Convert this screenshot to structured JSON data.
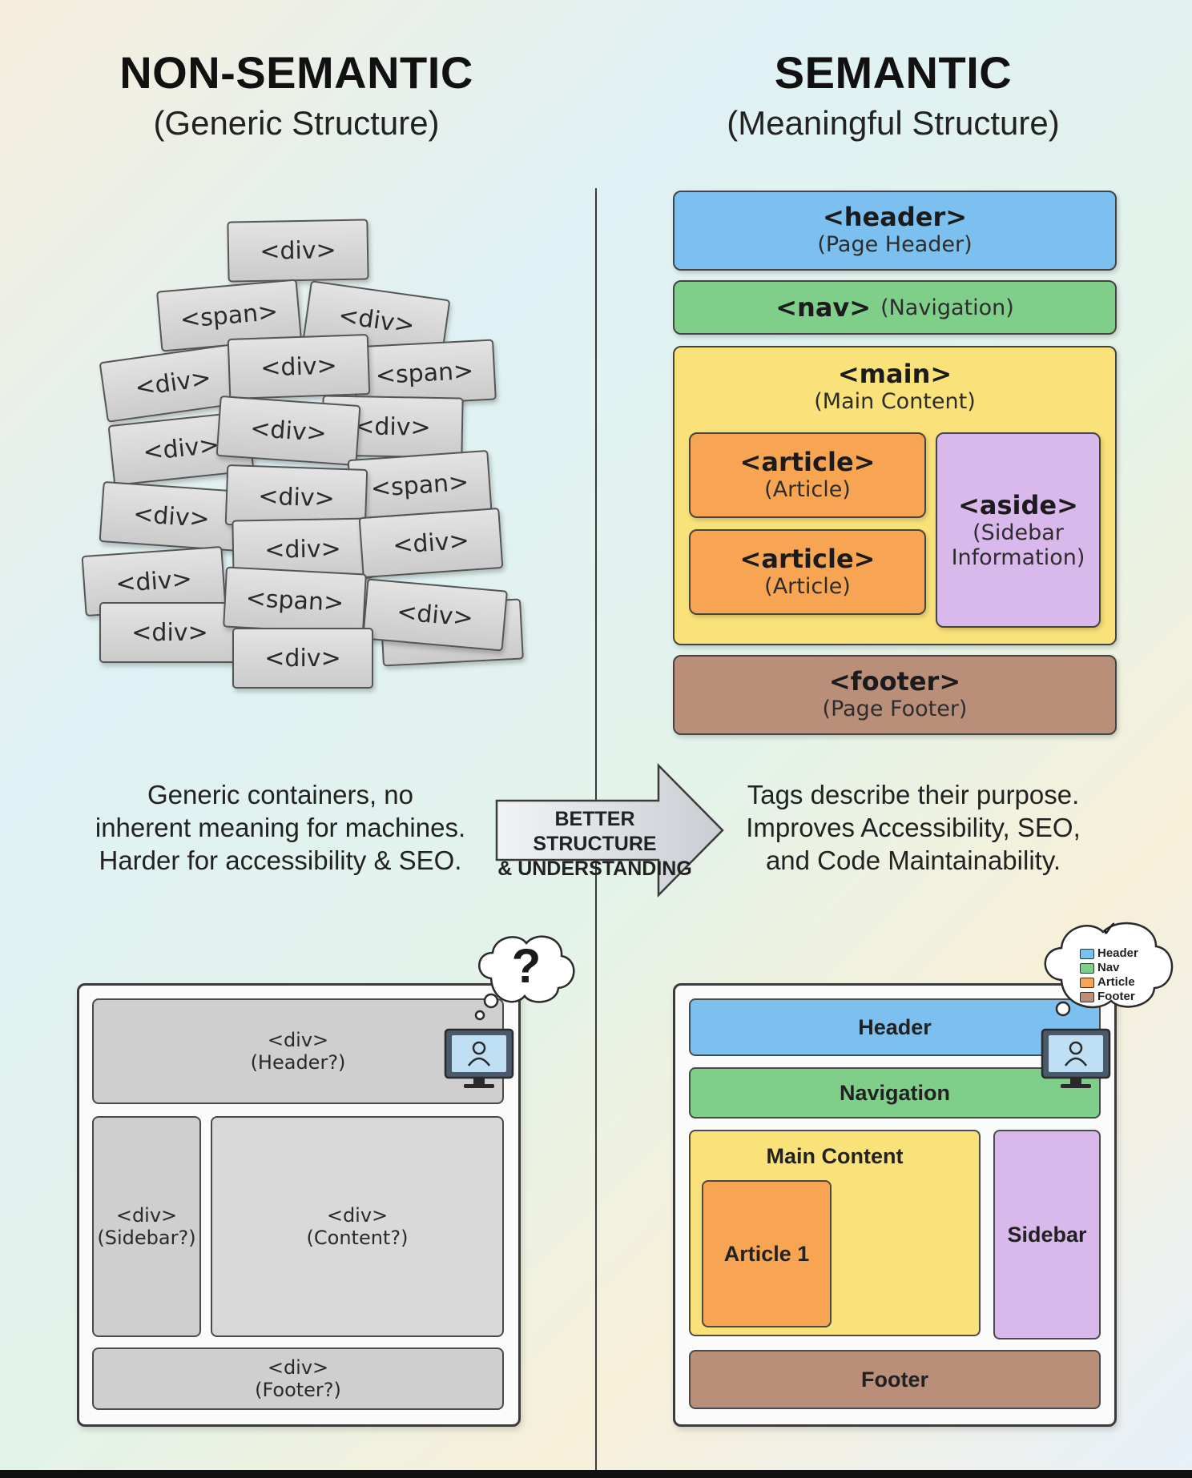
{
  "left": {
    "title": "NON-SEMANTIC",
    "subtitle": "(Generic Structure)",
    "chips": [
      "<div>",
      "<span>",
      "<div>",
      "<div>",
      "<div>",
      "<span>",
      "<div>",
      "<div>",
      "<div>",
      "<div>",
      "<span>",
      "<div>",
      "<div>",
      "<div>",
      "<div>",
      "<span>",
      "<div>",
      "<div>",
      "<div>"
    ],
    "caption_lines": [
      "Generic containers, no",
      "inherent meaning for machines.",
      "Harder for accessibility & SEO."
    ],
    "mock": {
      "thought": "?",
      "header": {
        "tag": "<div>",
        "label": "(Header?)"
      },
      "sidebar": {
        "tag": "<div>",
        "label": "(Sidebar?)"
      },
      "content": {
        "tag": "<div>",
        "label": "(Content?)"
      },
      "footer": {
        "tag": "<div>",
        "label": "(Footer?)"
      }
    }
  },
  "center": {
    "arrow_lines": [
      "BETTER STRUCTURE",
      "& UNDERSTANDING"
    ]
  },
  "right": {
    "title": "SEMANTIC",
    "subtitle": "(Meaningful Structure)",
    "header": {
      "tag": "<header>",
      "desc": "(Page Header)"
    },
    "nav": {
      "tag": "<nav>",
      "desc": "(Navigation)"
    },
    "main": {
      "tag": "<main>",
      "desc": "(Main Content)"
    },
    "article1": {
      "tag": "<article>",
      "desc": "(Article)"
    },
    "article2": {
      "tag": "<article>",
      "desc": "(Article)"
    },
    "aside": {
      "tag": "<aside>",
      "desc1": "(Sidebar",
      "desc2": "Information)"
    },
    "footer": {
      "tag": "<footer>",
      "desc": "(Page Footer)"
    },
    "caption_lines": [
      "Tags describe their purpose.",
      "Improves Accessibility, SEO,",
      "and Code Maintainability."
    ],
    "mock": {
      "check": "✓",
      "legend": [
        "Header",
        "Nav",
        "Article",
        "Footer"
      ],
      "header": "Header",
      "navigation": "Navigation",
      "main": "Main Content",
      "article": "Article 1",
      "sidebar": "Sidebar",
      "footer": "Footer"
    }
  },
  "colors": {
    "header": "#7cc0ef",
    "nav": "#7fcf8a",
    "main": "#fae27a",
    "article": "#f7a553",
    "aside": "#d9b8ec",
    "footer": "#b98f7a",
    "generic": "#cfcfcf"
  }
}
